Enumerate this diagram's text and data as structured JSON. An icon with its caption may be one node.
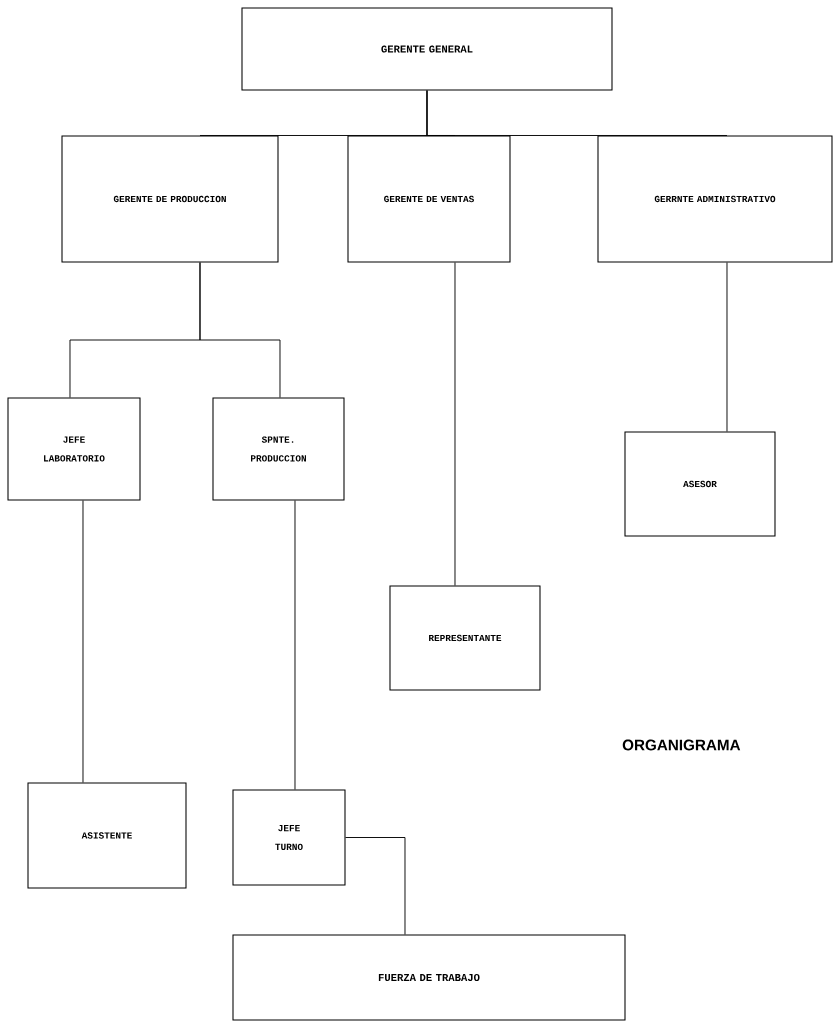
{
  "diagram": {
    "nodes": [
      {
        "text": [
          "GERENTE GENERAL"
        ]
      },
      {
        "text": [
          "GERENTE DE PRODUCCION"
        ]
      },
      {
        "text": [
          "GERENTE DE VENTAS"
        ]
      },
      {
        "text": [
          "GERRNTE ADMINISTRATIVO"
        ]
      },
      {
        "text": [
          "JEFE LABORATORIO"
        ]
      },
      {
        "text": [
          "SPNTE. PRODUCCION"
        ]
      },
      {
        "text": [
          "ASESOR"
        ]
      },
      {
        "text": [
          "REPRESENTANTE"
        ]
      },
      {
        "text": [
          "ASISTENTE"
        ]
      },
      {
        "text": [
          "JEFE TURNO"
        ]
      },
      {
        "text": [
          "FUERZA DE TRABAJO"
        ]
      }
    ],
    "edges": [
      {
        "from": 0,
        "to": 1,
        "arrow": "none"
      },
      {
        "from": 0,
        "to": 2,
        "arrow": "none"
      },
      {
        "from": 0,
        "to": 3,
        "arrow": "none"
      },
      {
        "from": 1,
        "to": 4,
        "arrow": "none"
      },
      {
        "from": 1,
        "to": 5,
        "arrow": "none"
      },
      {
        "from": 3,
        "to": 6,
        "arrow": "none"
      },
      {
        "from": 2,
        "to": 7,
        "arrow": "none"
      },
      {
        "from": 4,
        "to": 8,
        "arrow": "none"
      },
      {
        "from": 5,
        "to": 9,
        "arrow": "none"
      },
      {
        "from": 9,
        "to": 10,
        "arrow": "none"
      }
    ],
    "labels": [
      "ORGANIGRAMA"
    ]
  }
}
